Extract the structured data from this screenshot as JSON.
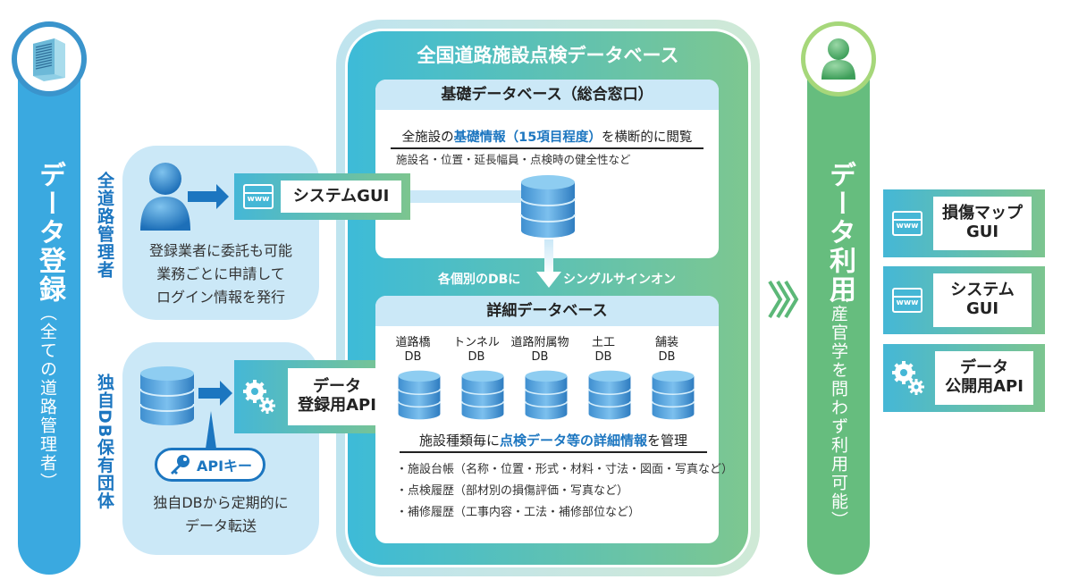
{
  "colors": {
    "registration_blue": "#3aa9e0",
    "usage_green": "#66bd7e",
    "highlight_blue": "#1c76c0",
    "panel_light_blue": "#cbe8f7"
  },
  "left_pillar": {
    "icon": "server-icon",
    "title": "データ登録",
    "subtitle": "（全ての道路管理者）"
  },
  "right_pillar": {
    "icon": "user-icon",
    "title": "データ利用",
    "subtitle": "（産官学を問わず利用可能）"
  },
  "groups": [
    {
      "label": "全道路管理者",
      "user_icon": "person-icon",
      "target": {
        "icon": "www-icon",
        "label": "システムGUI"
      },
      "description": [
        "登録業者に委託も可能",
        "業務ごとに申請して",
        "ログイン情報を発行"
      ]
    },
    {
      "label": "独自DB保有団体",
      "source_icon": "database-icon",
      "target": {
        "icon": "gears-icon",
        "label_line1": "データ",
        "label_line2": "登録用API"
      },
      "key_badge": {
        "icon": "key-icon",
        "label": "APIキー"
      },
      "description": [
        "独自DBから定期的に",
        "データ転送"
      ]
    }
  ],
  "central": {
    "title": "全国道路施設点検データベース",
    "basic_db": {
      "header": "基礎データベース（総合窓口）",
      "summary_pre": "全施設の",
      "summary_highlight": "基礎情報（15項目程度）",
      "summary_post": "を横断的に閲覧",
      "examples": "施設名・位置・延長幅員・点検時の健全性など"
    },
    "sso": {
      "left": "各個別のDBに",
      "right": "シングルサインオン"
    },
    "detail_db": {
      "header": "詳細データベース",
      "databases": [
        {
          "line1": "道路橋",
          "line2": "DB"
        },
        {
          "line1": "トンネル",
          "line2": "DB"
        },
        {
          "line1": "道路附属物",
          "line2": "DB"
        },
        {
          "line1": "土工",
          "line2": "DB"
        },
        {
          "line1": "舗装",
          "line2": "DB"
        }
      ],
      "summary_pre": "施設種類毎に",
      "summary_highlight": "点検データ等の詳細情報",
      "summary_post": "を管理",
      "items": [
        "・施設台帳（名称・位置・形式・材料・寸法・図面・写真など）",
        "・点検履歴（部材別の損傷評価・写真など）",
        "・補修履歴（工事内容・工法・補修部位など）"
      ]
    }
  },
  "outputs": [
    {
      "icon": "www-icon",
      "line1": "損傷マップ",
      "line2": "GUI"
    },
    {
      "icon": "www-icon",
      "line1": "システム",
      "line2": "GUI"
    },
    {
      "icon": "gears-icon",
      "line1": "データ",
      "line2": "公開用API"
    }
  ],
  "flow_icon": "triple-chevron-right-icon"
}
